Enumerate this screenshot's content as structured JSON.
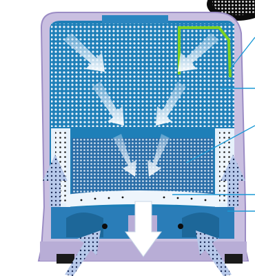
{
  "figure": {
    "palette": {
      "housing": "#c9bfe0",
      "housing_dark": "#9b8cc4",
      "inner_blue": "#1e7fb8",
      "perf_light": "#dbe8f4",
      "cassette": "#2b6ea8",
      "duct_light": "#e6f1fb",
      "green_accent": "#7ed321",
      "leader_blue": "#1b9ad6",
      "white": "#ffffff",
      "black": "#000000"
    },
    "components": [
      "top-corner-badge",
      "appliance-housing",
      "top-cassettes",
      "main-perforated-panel",
      "green-edge-frame",
      "left-side-duct",
      "right-side-duct",
      "center-filter-panel",
      "lower-air-channel",
      "bottom-intake-area"
    ],
    "arrows": {
      "inner_flow": 6,
      "side_up": 2,
      "bottom_in": 2,
      "exhaust": 1
    },
    "leader_lines": 5
  }
}
